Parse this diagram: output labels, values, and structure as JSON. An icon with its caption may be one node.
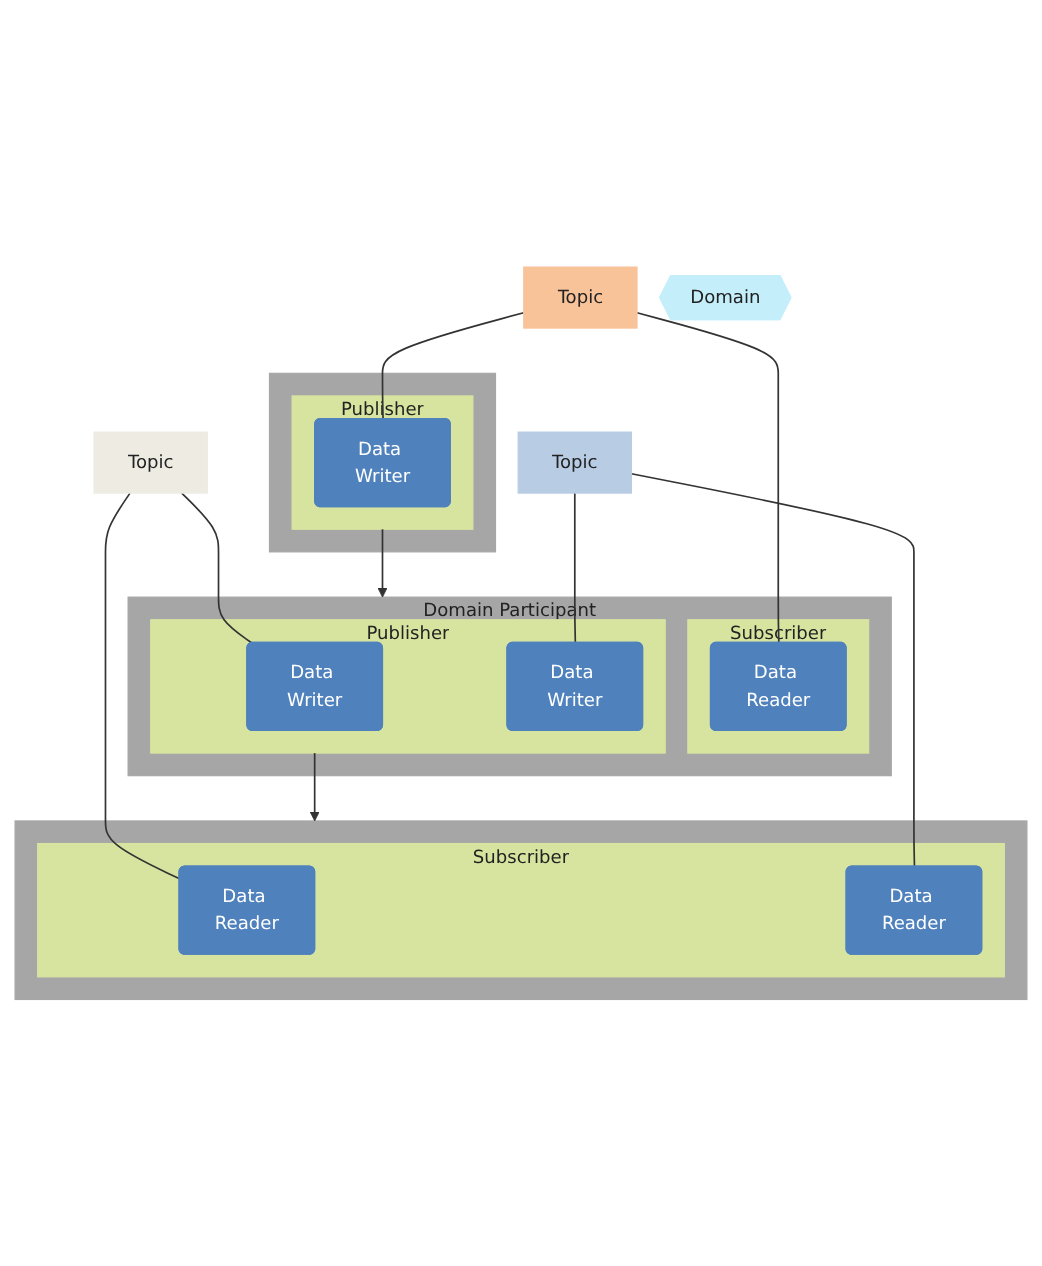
{
  "diagram": {
    "nodes": [
      {
        "text": [
          "Topic"
        ]
      },
      {
        "text": [
          "Topic"
        ]
      },
      {
        "text": [
          "Topic"
        ]
      },
      {
        "text": [
          "Domain Participant"
        ]
      },
      {
        "text": [
          "Subscriber"
        ],
        "in": 3
      },
      {
        "text": [
          "Data Reader"
        ],
        "in": 4
      },
      {
        "text": [
          "Publisher"
        ],
        "in": 3
      },
      {
        "text": [
          "Data Writer"
        ],
        "in": 6
      },
      {
        "text": [
          "Data Writer"
        ],
        "in": 6
      },
      {
        "text": [],
        "shape": "box"
      },
      {
        "text": [
          "Subscriber"
        ],
        "in": 9
      },
      {
        "text": [
          "Data Reader"
        ],
        "in": 10
      },
      {
        "text": [
          "Data Reader"
        ],
        "in": 10
      },
      {
        "text": [],
        "shape": "box"
      },
      {
        "text": [
          "Publisher"
        ],
        "in": 13
      },
      {
        "text": [
          "Data Writer"
        ],
        "in": 14
      },
      {
        "text": [
          "Domain"
        ]
      }
    ],
    "edges": [
      {
        "from": 0,
        "to": 5,
        "arrow": "none"
      },
      {
        "from": 0,
        "to": 15,
        "arrow": "none"
      },
      {
        "from": 1,
        "to": 7,
        "arrow": "none"
      },
      {
        "from": 1,
        "to": 11,
        "arrow": "none"
      },
      {
        "from": 2,
        "to": 8,
        "arrow": "none"
      },
      {
        "from": 2,
        "to": 12,
        "arrow": "none"
      },
      {
        "from": 6,
        "to": 9,
        "arrow": "to"
      },
      {
        "from": 14,
        "to": 3,
        "arrow": "to"
      }
    ]
  }
}
